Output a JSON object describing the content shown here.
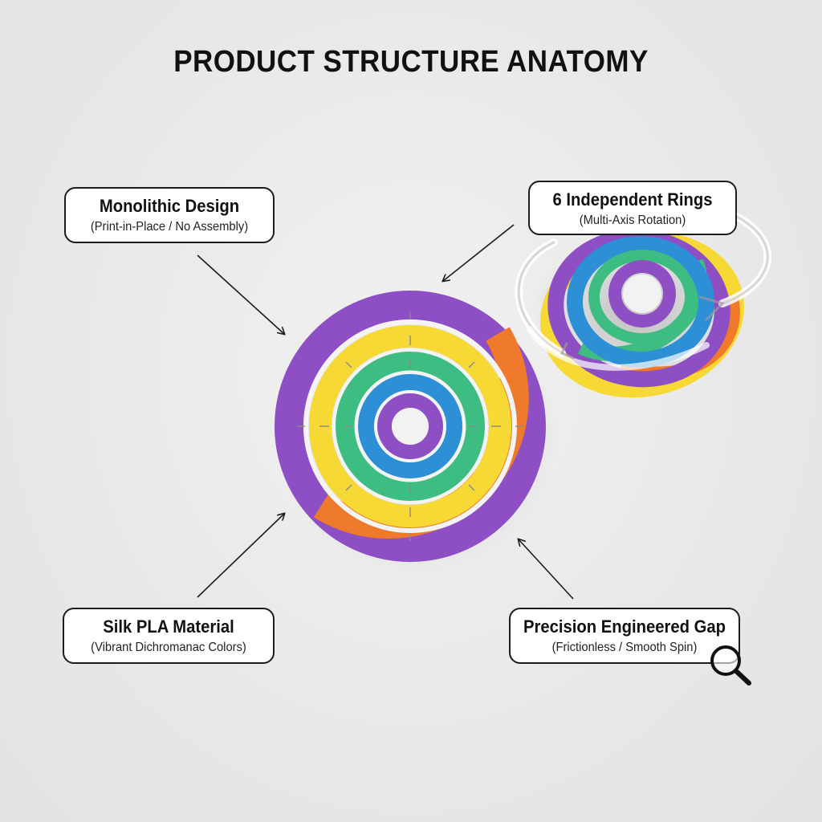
{
  "title": "PRODUCT STRUCTURE ANATOMY",
  "callouts": {
    "monolithic": {
      "heading": "Monolithic Design",
      "sub": "(Print-in-Place / No Assembly)"
    },
    "rings": {
      "heading": "6 Independent Rings",
      "sub": "(Multi-Axis Rotation)"
    },
    "silk": {
      "heading": "Silk PLA Material",
      "sub": "(Vibrant Dichromanac Colors)"
    },
    "gap": {
      "heading": "Precision Engineered Gap",
      "sub": "(Frictionless / Smooth Spin)"
    }
  },
  "colors": {
    "purple": "#8e4fc4",
    "orange": "#ef7a2c",
    "yellow": "#f7d936",
    "green": "#3dbd82",
    "blue": "#2d8fd6",
    "background": "#e9e9e9",
    "outline": "#1c1c1c"
  },
  "icons": [
    "magnifier-icon",
    "rotation-arrows-icon"
  ]
}
